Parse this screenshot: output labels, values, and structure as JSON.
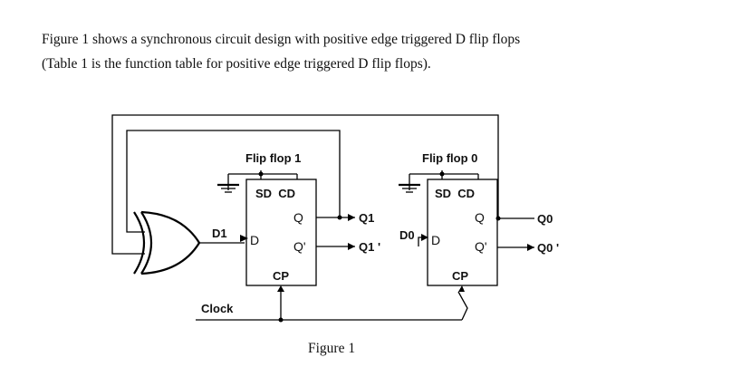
{
  "paragraph": {
    "line1": "Figure 1 shows a synchronous circuit design with positive edge triggered D flip flops",
    "line2": "(Table 1 is the function table for positive edge triggered D flip flops)."
  },
  "diagram": {
    "ff1": {
      "title": "Flip flop 1",
      "sd_cd": "SD  CD",
      "d": "D",
      "q": "Q",
      "qbar": "Q'",
      "cp": "CP"
    },
    "ff0": {
      "title": "Flip flop 0",
      "sd_cd": "SD  CD",
      "d": "D",
      "q": "Q",
      "qbar": "Q'",
      "cp": "CP"
    },
    "signals": {
      "d1": "D1",
      "d0": "D0",
      "q1": "Q1",
      "q1bar": "Q1 '",
      "q0": "Q0",
      "q0bar": "Q0 '",
      "clock": "Clock"
    },
    "caption": "Figure 1"
  }
}
